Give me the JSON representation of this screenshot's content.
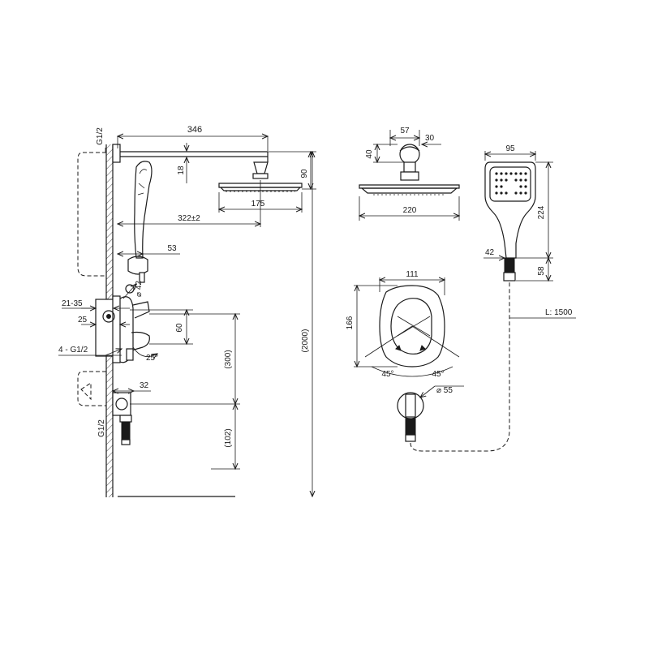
{
  "dimensions": {
    "arm_length": "346",
    "rain_head_width": "175",
    "arm_drop": "18",
    "head_offset": "90",
    "arm_projection": "322±2",
    "holder_offset": "53",
    "diverter_dia": "⌀ 42",
    "wall_depth": "21-35",
    "plate_depth": "25",
    "handle_height": "60",
    "inlets": "4 - G1/2",
    "handle_angle": "25°",
    "upper_span": "(300)",
    "total_height": "(2000)",
    "elbow_depth": "32",
    "lower_span": "(102)",
    "inlet_top": "G1/2",
    "inlet_bottom": "G1/2",
    "mount_width": "57",
    "mount_depth": "30",
    "mount_height": "40",
    "top_head_width": "220",
    "hand_head_width": "95",
    "hand_length": "224",
    "hand_neck": "42",
    "hand_base": "58",
    "plate_width": "111",
    "plate_height": "166",
    "rotation_left": "45°",
    "rotation_right": "45°",
    "outlet_dia": "⌀ 55",
    "hose_length": "L: 1500"
  }
}
